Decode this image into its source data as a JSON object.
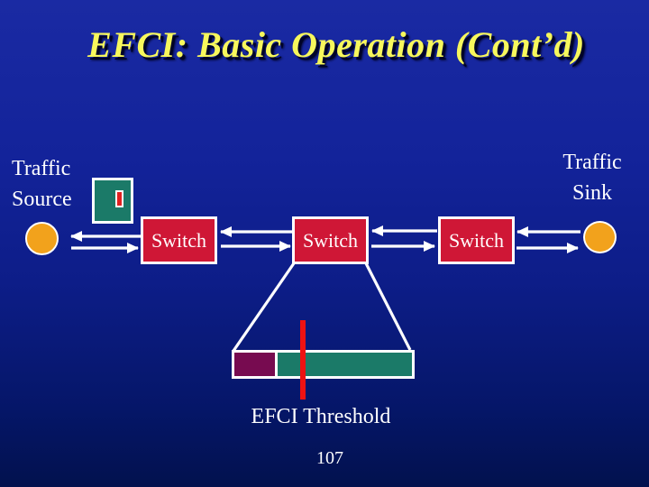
{
  "slide": {
    "title": "EFCI: Basic Operation (Cont’d)",
    "page_number": "107"
  },
  "diagram": {
    "source_label": {
      "line1": "Traffic",
      "line2": "Source"
    },
    "sink_label": {
      "line1": "Traffic",
      "line2": "Sink"
    },
    "switches": [
      {
        "label": "Switch"
      },
      {
        "label": "Switch"
      },
      {
        "label": "Switch"
      }
    ],
    "threshold_label": "EFCI Threshold",
    "buffer": {
      "occupied_fraction": 0.23,
      "threshold_position_fraction": 0.39
    }
  },
  "colors": {
    "background_top": "#1a2aa3",
    "background_bottom": "#02114e",
    "title_yellow": "#f7f75c",
    "switch_red": "#cf1736",
    "teal": "#1b7a68",
    "buffer_purple": "#770b50",
    "threshold_red": "#ee1212",
    "mark_red": "#e02020",
    "node_orange": "#f2a21c",
    "text_white": "#ffffff"
  }
}
